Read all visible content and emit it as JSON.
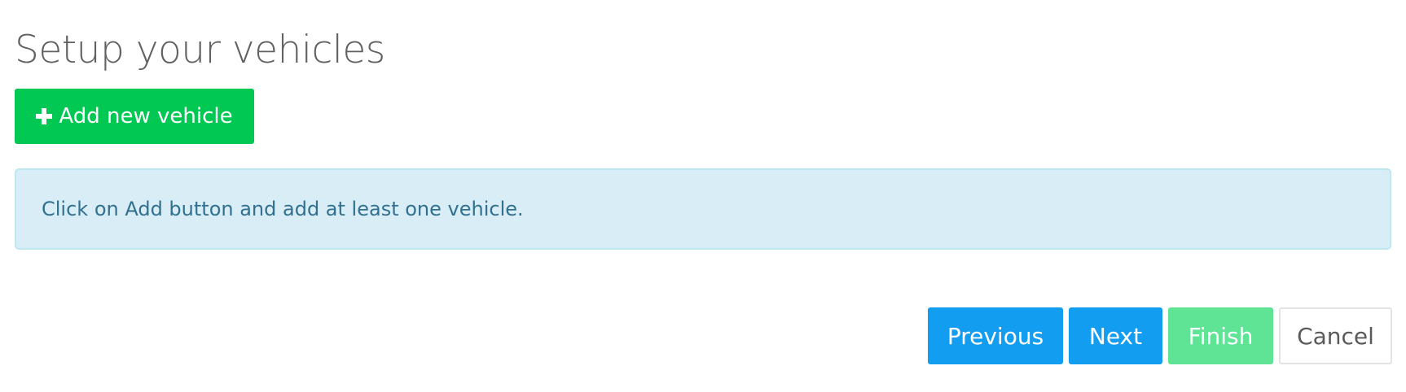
{
  "page": {
    "title": "Setup your vehicles"
  },
  "actions": {
    "add_vehicle_label": "Add new vehicle"
  },
  "alert": {
    "message": "Click on Add button and add at least one vehicle."
  },
  "wizard": {
    "previous_label": "Previous",
    "next_label": "Next",
    "finish_label": "Finish",
    "cancel_label": "Cancel",
    "finish_disabled": true
  },
  "icons": {
    "add": "plus-icon"
  },
  "colors": {
    "add_button": "#00c853",
    "primary_button": "#139df0",
    "finish_button_disabled": "#5ee494",
    "info_background": "#d9edf7",
    "info_border": "#bce8f1",
    "info_text": "#31708f",
    "title_text": "#616161"
  }
}
